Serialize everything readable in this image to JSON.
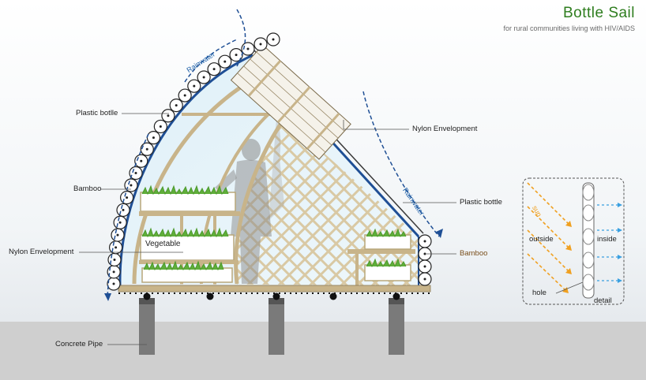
{
  "header": {
    "title": "Bottle Sail",
    "subtitle": "for rural communities living with HIV/AIDS"
  },
  "labels": {
    "plastic_bottle_left": "Plastic botlle",
    "bamboo_left": "Bamboo",
    "nylon_left": "Nylon Envelopment",
    "concrete_pipe": "Concrete Pipe",
    "nylon_right": "Nylon Envelopment",
    "plastic_bottle_right": "Plastic bottle",
    "bamboo_right": "Bamboo",
    "vegetable": "Vegetable",
    "rainwater_top": "Rainwater",
    "rainwater_right": "Rainwater"
  },
  "detail": {
    "sun": "sun",
    "outside": "outside",
    "inside": "inside",
    "hole": "hole",
    "caption": "detail"
  },
  "colors": {
    "bamboo": "#c8b48a",
    "rain": "#1f4f95",
    "sun": "#f0a020",
    "grass": "#5fae3a",
    "title": "#2e7d1e"
  }
}
